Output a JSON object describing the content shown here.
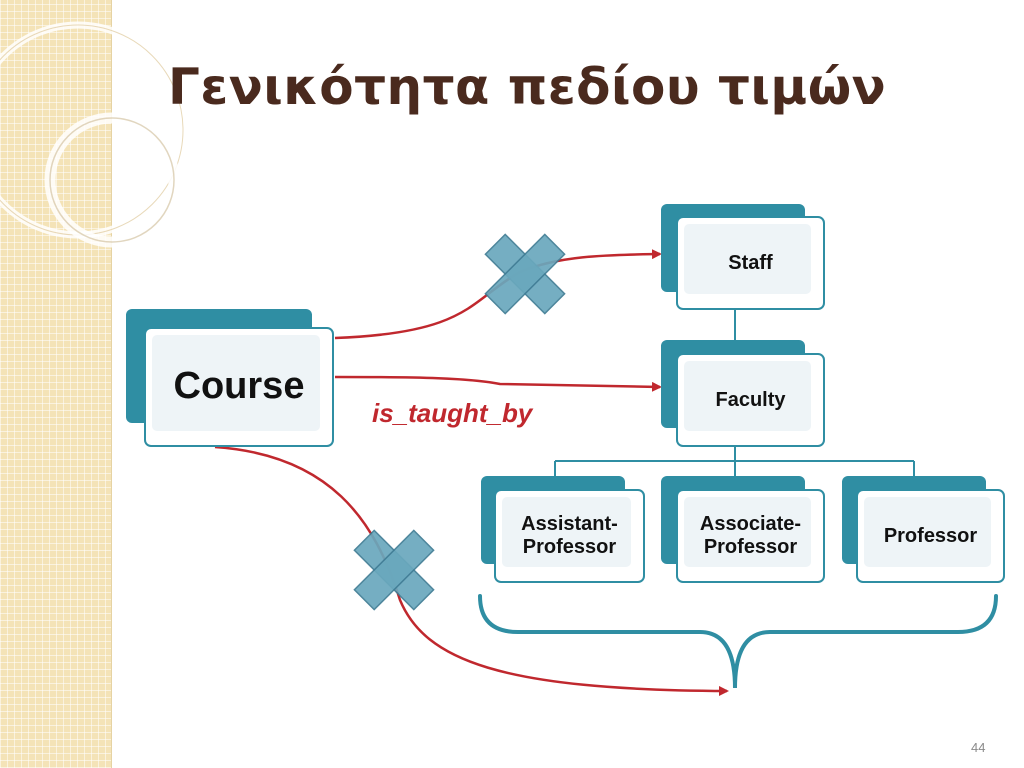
{
  "slide": {
    "title": "Γενικότητα πεδίου τιμών",
    "page_number": "44"
  },
  "nodes": {
    "course": "Course",
    "staff": "Staff",
    "faculty": "Faculty",
    "assistant_professor": "Assistant-\nProfessor",
    "associate_professor": "Associate-\nProfessor",
    "professor": "Professor"
  },
  "edges": {
    "relationship_label": "is_taught_by"
  },
  "colors": {
    "box_accent": "#2f8ea3",
    "arrow": "#c0282e",
    "cross": "#6aa8bd",
    "title": "#4a2a1e",
    "background_band": "#f4e3b7"
  }
}
